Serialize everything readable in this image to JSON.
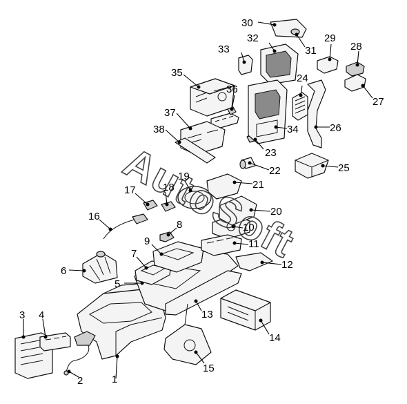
{
  "watermark": "AutoSoft",
  "callouts": [
    {
      "id": "1",
      "label": "1"
    },
    {
      "id": "2",
      "label": "2"
    },
    {
      "id": "3",
      "label": "3"
    },
    {
      "id": "4",
      "label": "4"
    },
    {
      "id": "5",
      "label": "5"
    },
    {
      "id": "6",
      "label": "6"
    },
    {
      "id": "7",
      "label": "7"
    },
    {
      "id": "8",
      "label": "8"
    },
    {
      "id": "9",
      "label": "9"
    },
    {
      "id": "10",
      "label": "10"
    },
    {
      "id": "11",
      "label": "11"
    },
    {
      "id": "12",
      "label": "12"
    },
    {
      "id": "13",
      "label": "13"
    },
    {
      "id": "14",
      "label": "14"
    },
    {
      "id": "15",
      "label": "15"
    },
    {
      "id": "16",
      "label": "16"
    },
    {
      "id": "17",
      "label": "17"
    },
    {
      "id": "18",
      "label": "18"
    },
    {
      "id": "19",
      "label": "19"
    },
    {
      "id": "20",
      "label": "20"
    },
    {
      "id": "21",
      "label": "21"
    },
    {
      "id": "22",
      "label": "22"
    },
    {
      "id": "23",
      "label": "23"
    },
    {
      "id": "24",
      "label": "24"
    },
    {
      "id": "25",
      "label": "25"
    },
    {
      "id": "26",
      "label": "26"
    },
    {
      "id": "27",
      "label": "27"
    },
    {
      "id": "28",
      "label": "28"
    },
    {
      "id": "29",
      "label": "29"
    },
    {
      "id": "30",
      "label": "30"
    },
    {
      "id": "31",
      "label": "31"
    },
    {
      "id": "32",
      "label": "32"
    },
    {
      "id": "33",
      "label": "33"
    },
    {
      "id": "34",
      "label": "34"
    },
    {
      "id": "35",
      "label": "35"
    },
    {
      "id": "36",
      "label": "36"
    },
    {
      "id": "37",
      "label": "37"
    },
    {
      "id": "38",
      "label": "38"
    }
  ]
}
